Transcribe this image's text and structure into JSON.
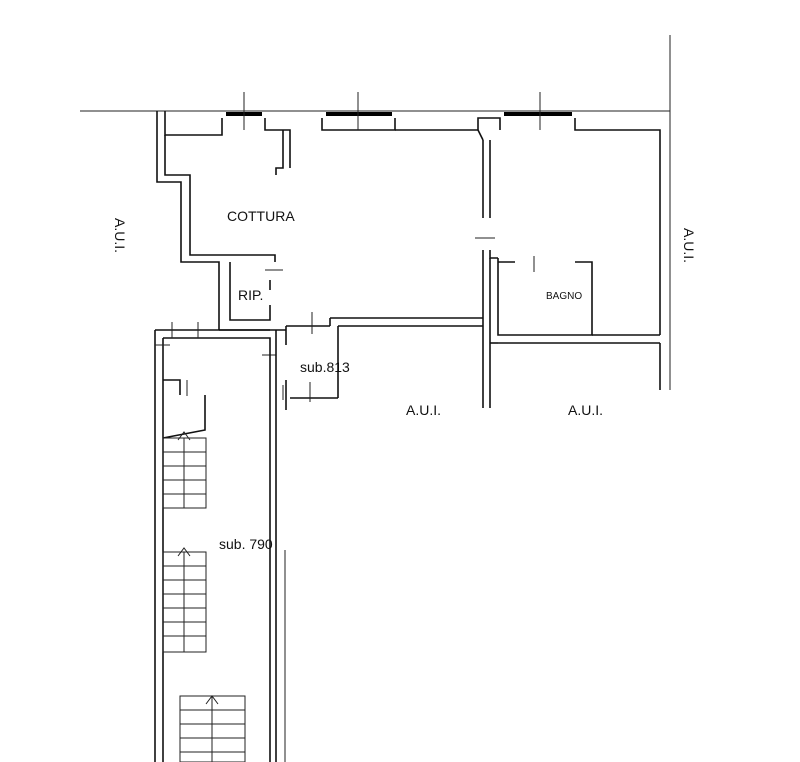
{
  "labels": {
    "cottura": "COTTURA",
    "rip": "RIP.",
    "bagno": "BAGNO",
    "sub813": "sub.813",
    "sub790": "sub. 790",
    "aui_left": "A.U.I.",
    "aui_right": "A.U.I.",
    "aui_bottom_center": "A.U.I.",
    "aui_bottom_right": "A.U.I."
  },
  "colors": {
    "ink": "#111111",
    "background": "#ffffff"
  }
}
